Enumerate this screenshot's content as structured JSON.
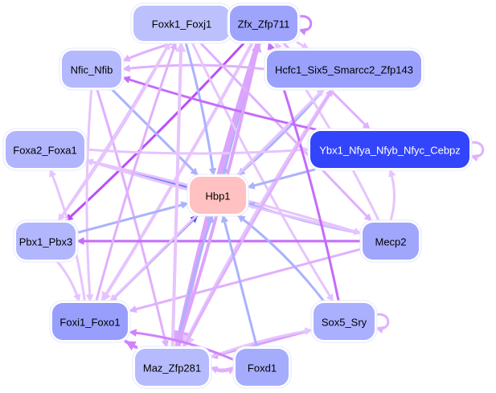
{
  "graph": {
    "title": "Hbp1 regulatory network",
    "nodes": [
      {
        "id": "foxk1",
        "label": "Foxk1_Foxj1",
        "fill": "#bcc1fd",
        "text": "#000000"
      },
      {
        "id": "zfx",
        "label": "Zfx_Zfp711",
        "fill": "#9ea4fc",
        "text": "#000000"
      },
      {
        "id": "nfic",
        "label": "Nfic_Nfib",
        "fill": "#b4b9fd",
        "text": "#000000"
      },
      {
        "id": "hcfc1",
        "label": "Hcfc1_Six5_Smarcc2_Zfp143",
        "fill": "#9aa1fc",
        "text": "#000000"
      },
      {
        "id": "foxa2",
        "label": "Foxa2_Foxa1",
        "fill": "#b0b5fd",
        "text": "#000000"
      },
      {
        "id": "ybx1",
        "label": "Ybx1_Nfya_Nfyb_Nfyc_Cebpz",
        "fill": "#3245fb",
        "text": "#ffffff"
      },
      {
        "id": "hbp1",
        "label": "Hbp1",
        "fill": "#ffc1c1",
        "text": "#000000"
      },
      {
        "id": "pbx1",
        "label": "Pbx1_Pbx3",
        "fill": "#b2b7fd",
        "text": "#000000"
      },
      {
        "id": "mecp2",
        "label": "Mecp2",
        "fill": "#a0a6fc",
        "text": "#000000"
      },
      {
        "id": "foxi1",
        "label": "Foxi1_Foxo1",
        "fill": "#979efc",
        "text": "#000000"
      },
      {
        "id": "sox5",
        "label": "Sox5_Sry",
        "fill": "#aab0fd",
        "text": "#000000"
      },
      {
        "id": "maz",
        "label": "Maz_Zfp281",
        "fill": "#b6bbfd",
        "text": "#000000"
      },
      {
        "id": "foxd1",
        "label": "Foxd1",
        "fill": "#a6acfc",
        "text": "#000000"
      }
    ],
    "edges": [
      {
        "from": "zfx",
        "to": "foxk1",
        "color": "#e6c4fd",
        "weight": 3
      },
      {
        "from": "zfx",
        "to": "zfx",
        "color": "#d082fb",
        "weight": 3
      },
      {
        "from": "zfx",
        "to": "hcfc1",
        "color": "#e6c4fd",
        "weight": 3
      },
      {
        "from": "zfx",
        "to": "nfic",
        "color": "#e0b0fd",
        "weight": 3
      },
      {
        "from": "zfx",
        "to": "pbx1",
        "color": "#b84ef8",
        "weight": 3
      },
      {
        "from": "zfx",
        "to": "hbp1",
        "color": "#aab2fd",
        "weight": 3
      },
      {
        "from": "zfx",
        "to": "maz",
        "color": "#dca4fc",
        "weight": 7
      },
      {
        "from": "zfx",
        "to": "foxi1",
        "color": "#e6c4fd",
        "weight": 4
      },
      {
        "from": "zfx",
        "to": "ybx1",
        "color": "#e0b0fd",
        "weight": 3
      },
      {
        "from": "hcfc1",
        "to": "nfic",
        "color": "#e0b0fd",
        "weight": 3
      },
      {
        "from": "hcfc1",
        "to": "hbp1",
        "color": "#aab2fd",
        "weight": 3
      },
      {
        "from": "hcfc1",
        "to": "foxi1",
        "color": "#e6c4fd",
        "weight": 3
      },
      {
        "from": "hcfc1",
        "to": "maz",
        "color": "#e6c4fd",
        "weight": 5
      },
      {
        "from": "foxk1",
        "to": "hbp1",
        "color": "#aab2fd",
        "weight": 3
      },
      {
        "from": "foxk1",
        "to": "mecp2",
        "color": "#e0b0fd",
        "weight": 3
      },
      {
        "from": "foxk1",
        "to": "sox5",
        "color": "#e6c4fd",
        "weight": 3
      },
      {
        "from": "foxk1",
        "to": "pbx1",
        "color": "#e6c4fd",
        "weight": 3
      },
      {
        "from": "nfic",
        "to": "hbp1",
        "color": "#aab2fd",
        "weight": 3
      },
      {
        "from": "nfic",
        "to": "foxi1",
        "color": "#e6c4fd",
        "weight": 3
      },
      {
        "from": "nfic",
        "to": "maz",
        "color": "#e0b0fd",
        "weight": 3
      },
      {
        "from": "foxa2",
        "to": "hbp1",
        "color": "#7c85fb",
        "weight": 3
      },
      {
        "from": "foxa2",
        "to": "ybx1",
        "color": "#e6c4fd",
        "weight": 3
      },
      {
        "from": "foxa2",
        "to": "mecp2",
        "color": "#e6c4fd",
        "weight": 3
      },
      {
        "from": "ybx1",
        "to": "hbp1",
        "color": "#aab2fd",
        "weight": 3
      },
      {
        "from": "ybx1",
        "to": "ybx1",
        "color": "#e0b0fd",
        "weight": 3
      },
      {
        "from": "ybx1",
        "to": "nfic",
        "color": "#c46cf9",
        "weight": 3
      },
      {
        "from": "pbx1",
        "to": "hbp1",
        "color": "#aab2fd",
        "weight": 3
      },
      {
        "from": "pbx1",
        "to": "foxk1",
        "color": "#e6c4fd",
        "weight": 3
      },
      {
        "from": "pbx1",
        "to": "foxi1",
        "color": "#e6c4fd",
        "weight": 3
      },
      {
        "from": "mecp2",
        "to": "pbx1",
        "color": "#c46cf9",
        "weight": 3
      },
      {
        "from": "mecp2",
        "to": "ybx1",
        "color": "#e6c4fd",
        "weight": 3
      },
      {
        "from": "mecp2",
        "to": "hbp1",
        "color": "#aab2fd",
        "weight": 3
      },
      {
        "from": "mecp2",
        "to": "foxi1",
        "color": "#e0b0fd",
        "weight": 3
      },
      {
        "from": "mecp2",
        "to": "zfx",
        "color": "#e6c4fd",
        "weight": 3
      },
      {
        "from": "mecp2",
        "to": "foxa2",
        "color": "#e6c4fd",
        "weight": 3
      },
      {
        "from": "foxi1",
        "to": "hbp1",
        "color": "#4a5af9",
        "weight": 3
      },
      {
        "from": "foxi1",
        "to": "foxa2",
        "color": "#e6c4fd",
        "weight": 3
      },
      {
        "from": "foxi1",
        "to": "foxk1",
        "color": "#e0b0fd",
        "weight": 3
      },
      {
        "from": "foxi1",
        "to": "hcfc1",
        "color": "#e6c4fd",
        "weight": 3
      },
      {
        "from": "sox5",
        "to": "hbp1",
        "color": "#aab2fd",
        "weight": 3
      },
      {
        "from": "sox5",
        "to": "sox5",
        "color": "#e0b0fd",
        "weight": 3
      },
      {
        "from": "sox5",
        "to": "maz",
        "color": "#d8a0fc",
        "weight": 3
      },
      {
        "from": "sox5",
        "to": "zfx",
        "color": "#c46cf9",
        "weight": 3
      },
      {
        "from": "maz",
        "to": "hbp1",
        "color": "#aab2fd",
        "weight": 3
      },
      {
        "from": "maz",
        "to": "foxi1",
        "color": "#d082fb",
        "weight": 4
      },
      {
        "from": "maz",
        "to": "foxd1",
        "color": "#e0b0fd",
        "weight": 3
      },
      {
        "from": "maz",
        "to": "sox5",
        "color": "#e6c4fd",
        "weight": 3
      },
      {
        "from": "maz",
        "to": "foxk1",
        "color": "#e6c4fd",
        "weight": 4
      },
      {
        "from": "maz",
        "to": "zfx",
        "color": "#dca4fc",
        "weight": 4
      },
      {
        "from": "maz",
        "to": "hcfc1",
        "color": "#e0b0fd",
        "weight": 3
      },
      {
        "from": "foxd1",
        "to": "hbp1",
        "color": "#aab2fd",
        "weight": 3
      },
      {
        "from": "foxd1",
        "to": "foxi1",
        "color": "#d082fb",
        "weight": 3
      },
      {
        "from": "foxd1",
        "to": "maz",
        "color": "#e0b0fd",
        "weight": 3
      }
    ]
  }
}
